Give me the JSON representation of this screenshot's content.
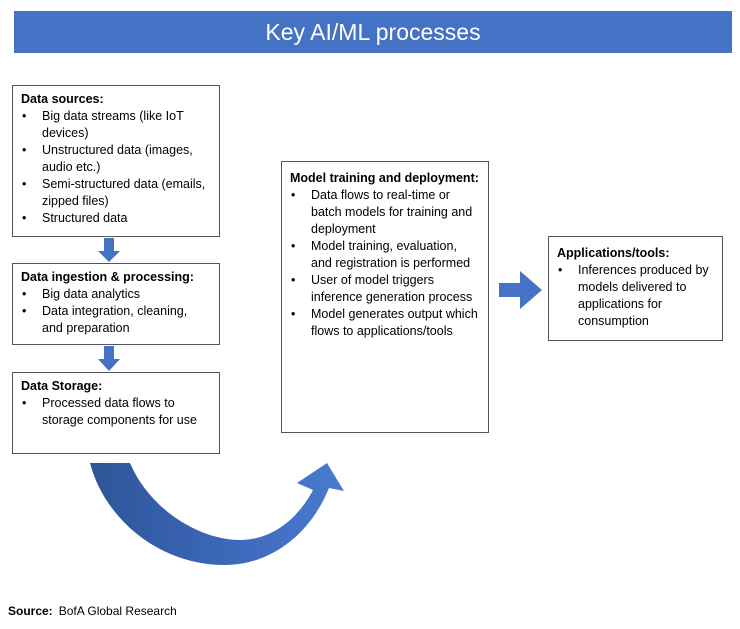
{
  "title": "Key AI/ML processes",
  "boxes": {
    "data_sources": {
      "heading": "Data sources:",
      "items": [
        "Big data streams (like IoT devices)",
        "Unstructured data (images, audio etc.)",
        "Semi-structured data (emails, zipped files)",
        "Structured data"
      ]
    },
    "ingestion": {
      "heading": "Data ingestion & processing:",
      "items": [
        "Big data analytics",
        "Data integration, cleaning, and preparation"
      ]
    },
    "storage": {
      "heading": "Data Storage:",
      "items": [
        "Processed data flows to storage components for use"
      ]
    },
    "model": {
      "heading": "Model training and deployment:",
      "items": [
        "Data flows to real-time or batch models for training and deployment",
        "Model training, evaluation, and registration is performed",
        "User of model triggers inference generation process",
        "Model generates output which flows to applications/tools"
      ]
    },
    "apps": {
      "heading": "Applications/tools:",
      "items": [
        "Inferences produced by models delivered to applications for consumption"
      ]
    }
  },
  "source": {
    "label": "Source:",
    "text": "BofA Global Research"
  },
  "colors": {
    "accent": "#4472c4",
    "arrow_dark": "#2e5597"
  }
}
